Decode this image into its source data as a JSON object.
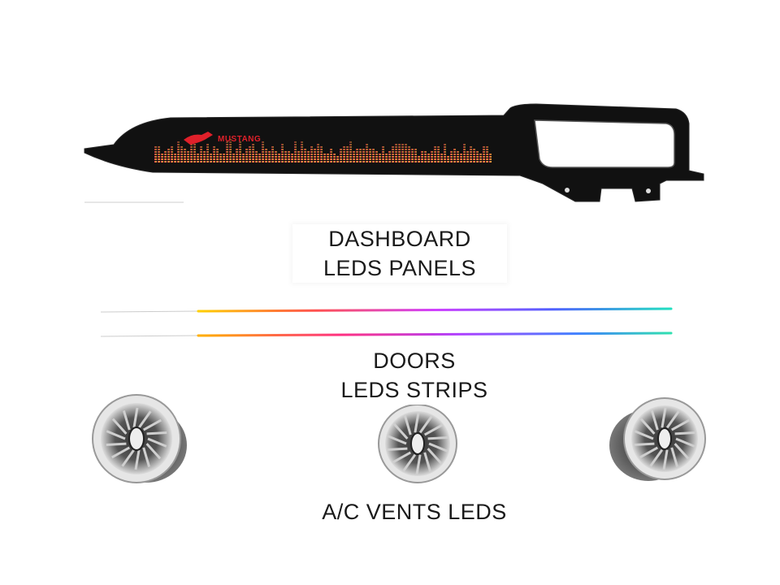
{
  "products": {
    "dashboard": {
      "logo_text": "MUSTANG",
      "caption_line1": "DASHBOARD",
      "caption_line2": "LEDS PANELS"
    },
    "doors": {
      "caption_line1": "DOORS",
      "caption_line2": "LEDS STRIPS"
    },
    "vents": {
      "caption": "A/C VENTS LEDS"
    }
  },
  "colors": {
    "panel_body": "#111111",
    "logo_red": "#e0202a",
    "strip_gradient": [
      "#ffd000",
      "#ff4060",
      "#c040ff",
      "#4060ff",
      "#20e0d0"
    ]
  }
}
